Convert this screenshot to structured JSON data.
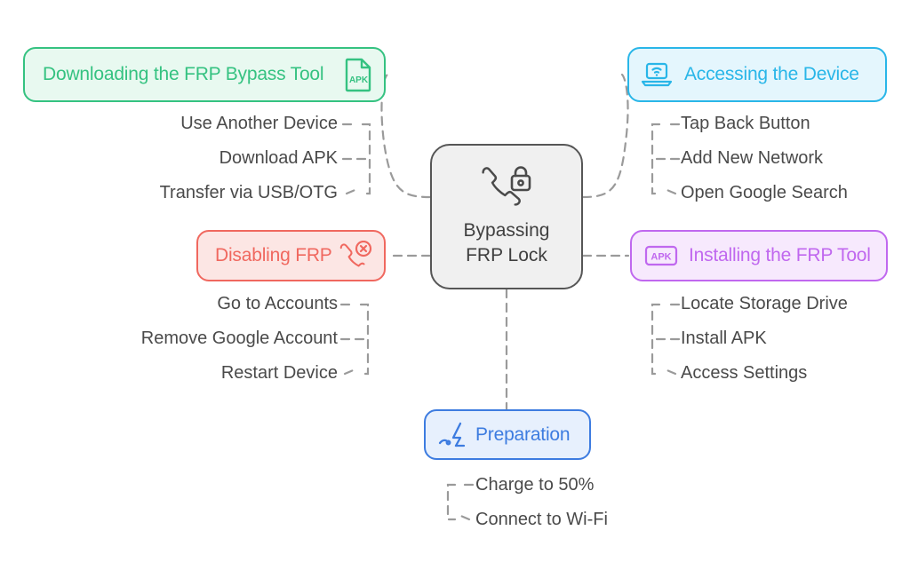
{
  "diagram": {
    "type": "mindmap",
    "title": "Bypassing FRP Lock",
    "center": {
      "line1": "Bypassing",
      "line2": "FRP Lock",
      "icon": "phone-lock-icon",
      "border_color": "#565656",
      "fill_color": "#f0f0f0"
    },
    "branches": [
      {
        "id": "downloading",
        "label": "Downloading the FRP Bypass Tool",
        "icon": "apk-file-icon",
        "icon_side": "right",
        "color": "#35c281",
        "fill": "#e8f9f0",
        "align": "right",
        "children": [
          "Use Another Device",
          "Download APK",
          "Transfer via USB/OTG"
        ]
      },
      {
        "id": "accessing",
        "label": "Accessing the Device",
        "icon": "laptop-wifi-icon",
        "icon_side": "left",
        "color": "#29b6e8",
        "fill": "#e4f6fd",
        "align": "left",
        "children": [
          "Tap Back Button",
          "Add New Network",
          "Open Google Search"
        ]
      },
      {
        "id": "disabling",
        "label": "Disabling FRP",
        "icon": "phone-cancel-icon",
        "icon_side": "right",
        "color": "#f0685f",
        "fill": "#fce6e4",
        "align": "right",
        "children": [
          "Go to Accounts",
          "Remove Google Account",
          "Restart Device"
        ]
      },
      {
        "id": "installing",
        "label": "Installing the FRP Tool",
        "icon": "apk-badge-icon",
        "icon_side": "left",
        "color": "#c068ef",
        "fill": "#f7e9fd",
        "align": "left",
        "children": [
          "Locate Storage Drive",
          "Install APK",
          "Access Settings"
        ]
      },
      {
        "id": "preparation",
        "label": "Preparation",
        "icon": "charging-plug-icon",
        "icon_side": "left",
        "color": "#3d7ce0",
        "fill": "#e7f0fd",
        "align": "left",
        "children": [
          "Charge to 50%",
          "Connect to Wi-Fi"
        ]
      }
    ],
    "connector_color": "#9a9a9a"
  }
}
